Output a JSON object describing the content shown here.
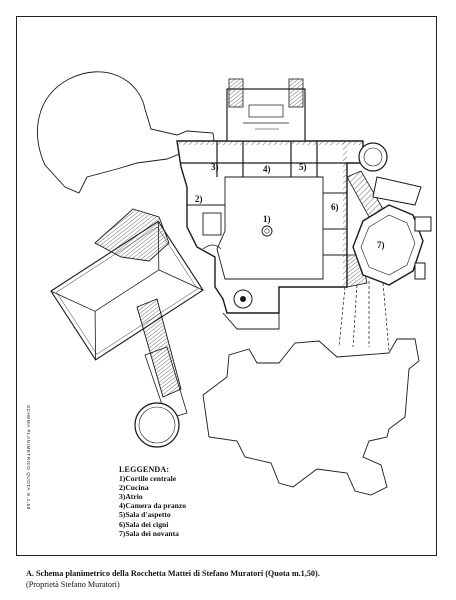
{
  "plan": {
    "room_labels": [
      "1)",
      "2)",
      "3)",
      "4)",
      "5)",
      "6)",
      "7)"
    ],
    "vertical_label": "SCHEMA PLANIMETRICO QUOTA m.1,50",
    "colors": {
      "ink": "#1a1a1a",
      "hatch": "#444444",
      "background": "#ffffff"
    }
  },
  "legend": {
    "title": "LEGGENDA:",
    "items": [
      "1)Cortile centrale",
      "2)Cucina",
      "3)Atrio",
      "4)Camera da pranzo",
      "5)Sala d'aspetto",
      "6)Sala dei cigni",
      "7)Sala dei novanta"
    ]
  },
  "caption": {
    "main": "A. Schema planimetrico della Rocchetta Mattei di Stefano Muratori (Quota m.1,50).",
    "sub": "(Proprietà Stefano Muratori)"
  }
}
